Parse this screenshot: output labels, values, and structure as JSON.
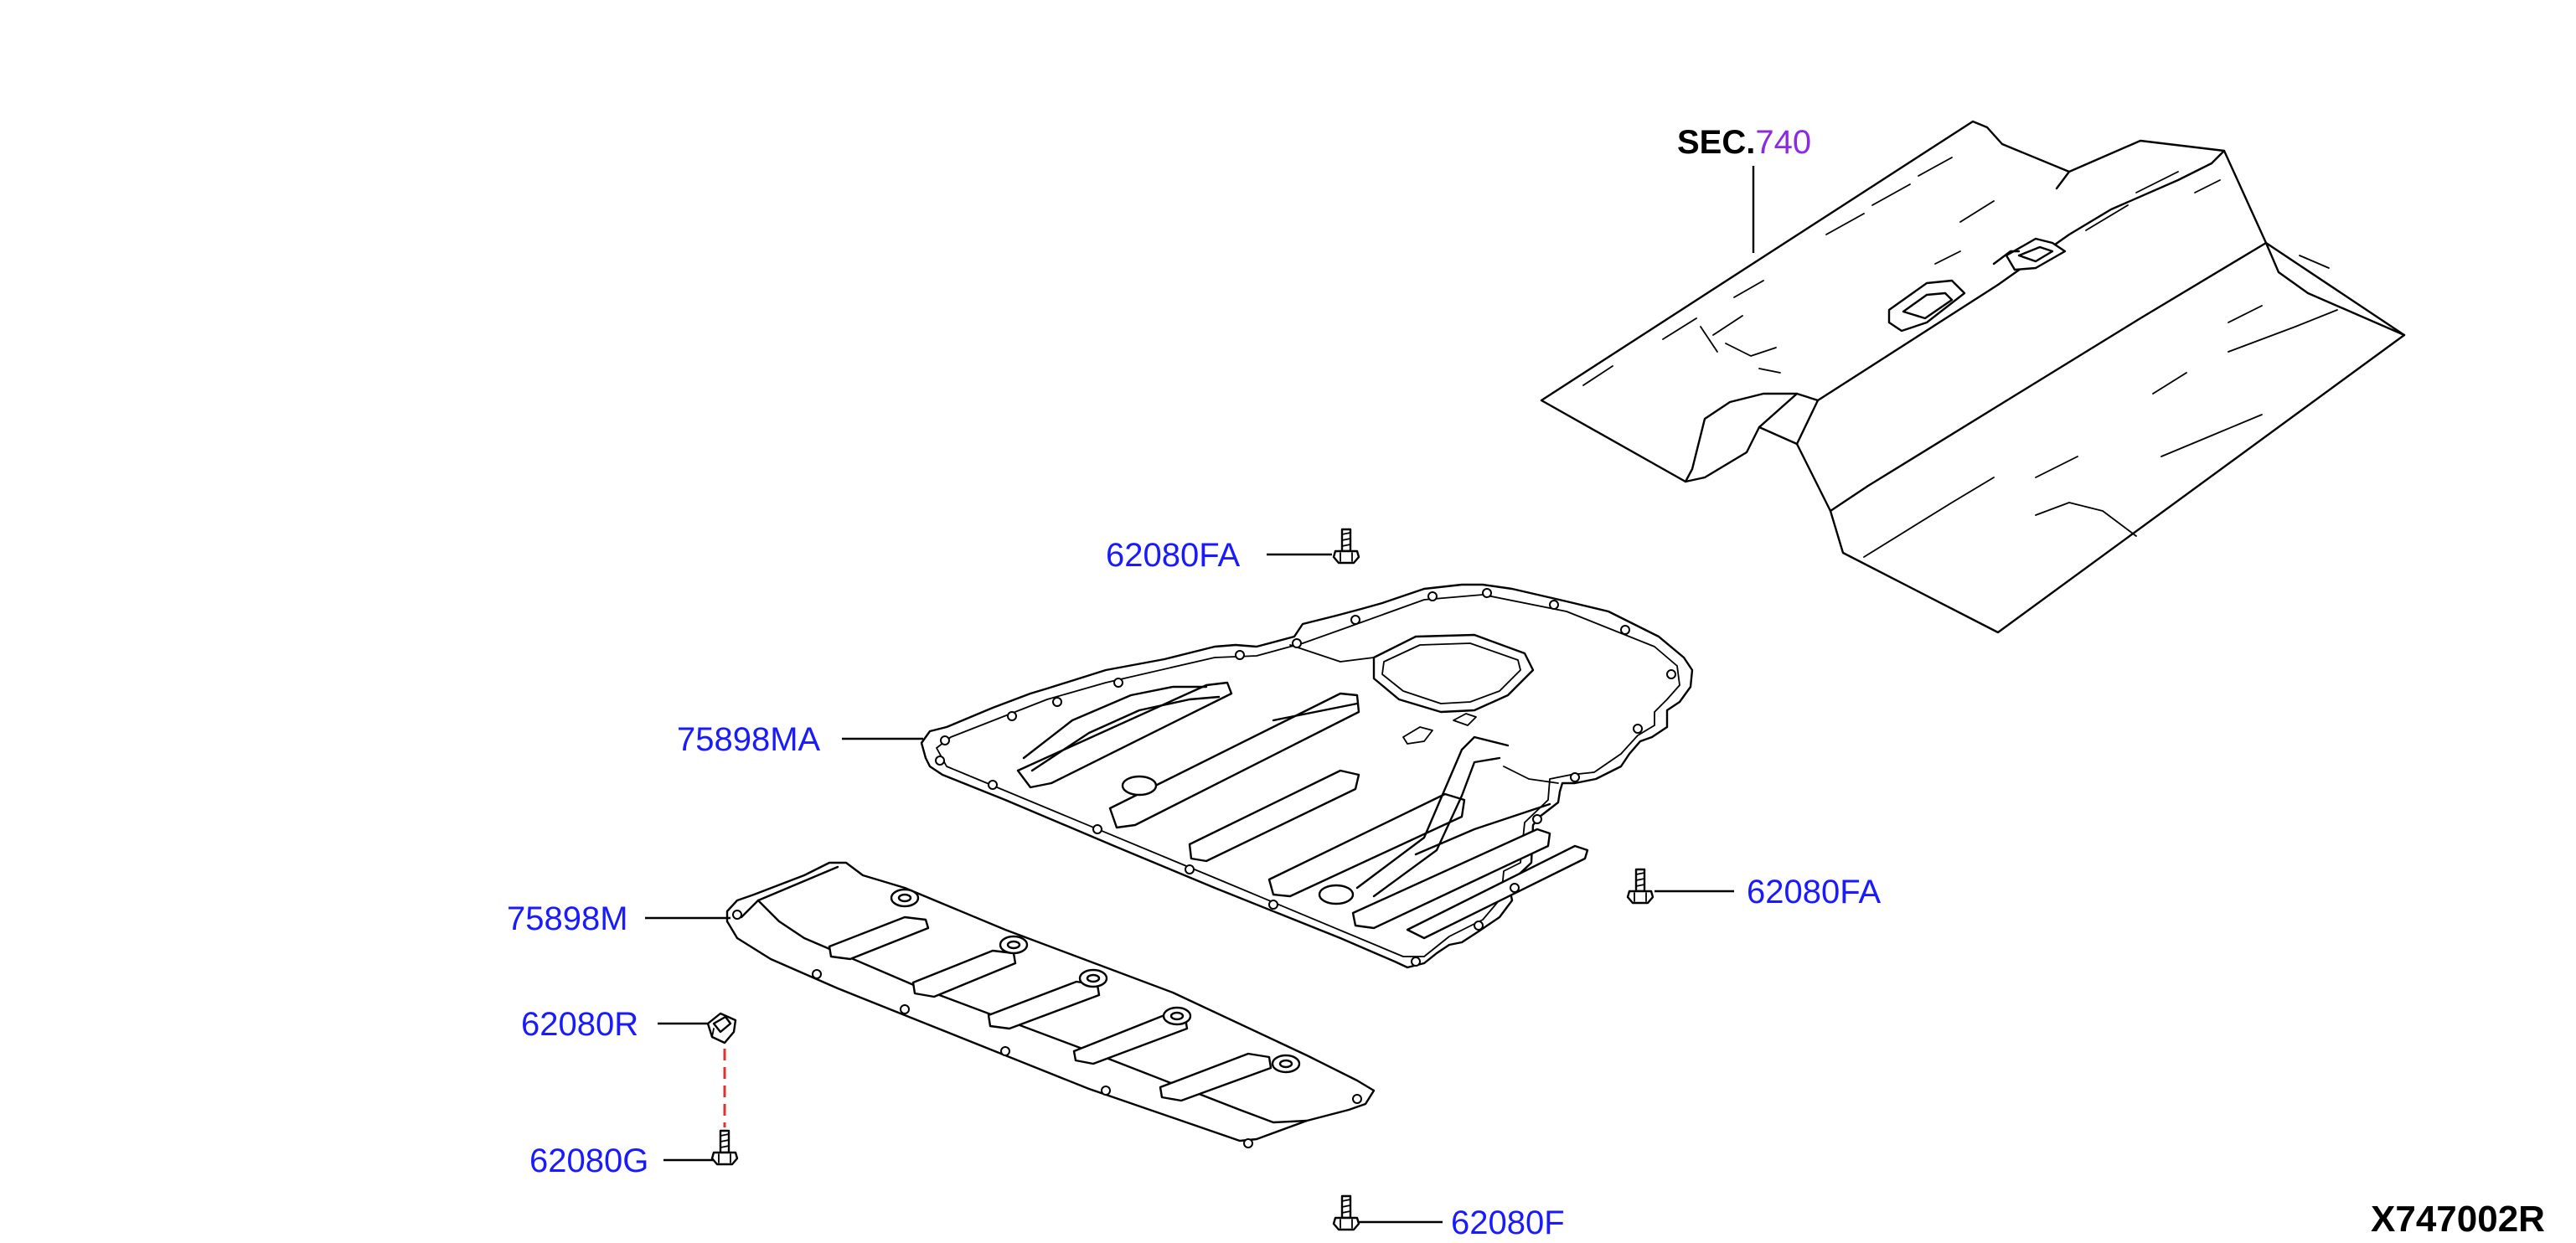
{
  "section_ref": {
    "prefix": "SEC.",
    "number": "740"
  },
  "parts": {
    "p62080fa_top": "62080FA",
    "p75898ma": "75898MA",
    "p62080fa_right": "62080FA",
    "p75898m": "75898M",
    "p62080r": "62080R",
    "p62080g": "62080G",
    "p62080f": "62080F"
  },
  "diagram_id": "X747002R",
  "colors": {
    "part_label": "#1a1aff",
    "section_number": "#8a2be2",
    "text": "#000000",
    "dashed_leader": "#e03030"
  }
}
